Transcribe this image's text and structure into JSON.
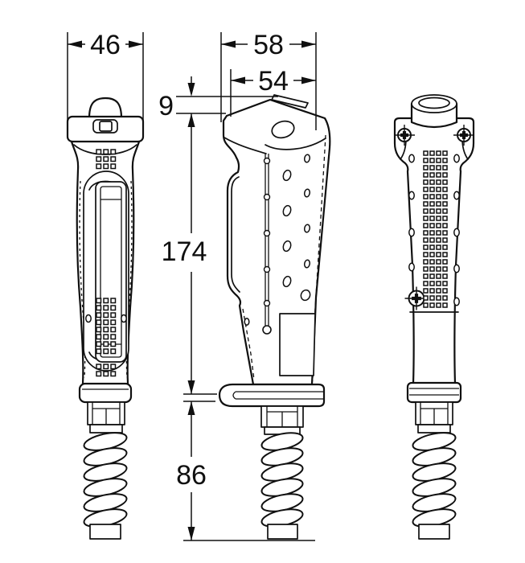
{
  "drawing": {
    "background": "#ffffff",
    "line_color": "#101010",
    "dimensions": {
      "front_width": "46",
      "side_width": "58",
      "side_top_width": "54",
      "head_height": "9",
      "handle_height": "174",
      "coil_length": "86"
    }
  }
}
